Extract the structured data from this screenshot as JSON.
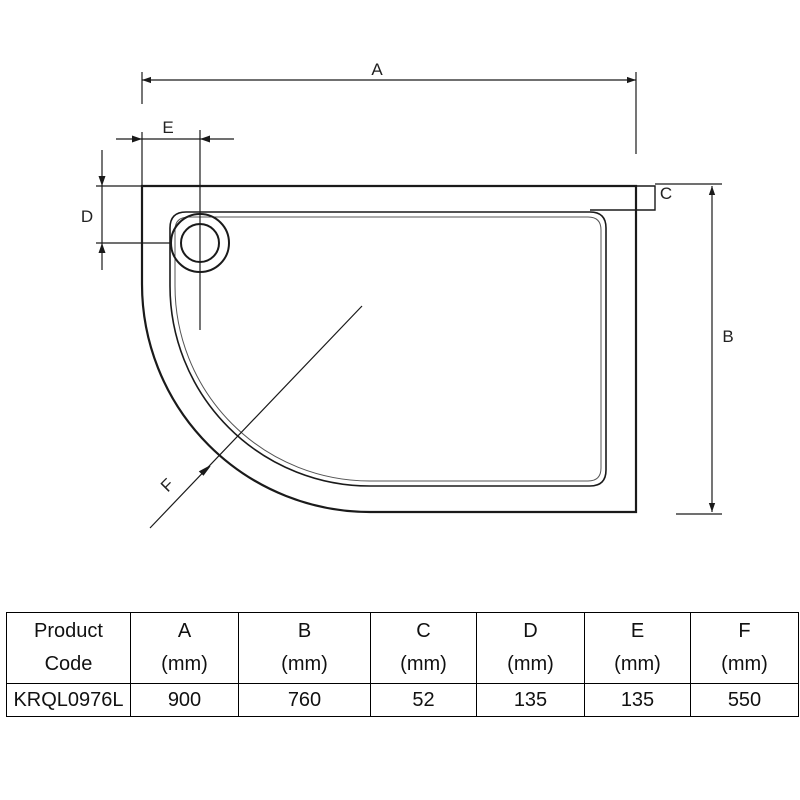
{
  "diagram": {
    "labels": {
      "A": "A",
      "B": "B",
      "C": "C",
      "D": "D",
      "E": "E",
      "F": "F"
    },
    "line_color": "#1a1a1a"
  },
  "table": {
    "headers": [
      {
        "line1": "Product",
        "line2": "Code"
      },
      {
        "line1": "A",
        "line2": "(mm)"
      },
      {
        "line1": "B",
        "line2": "(mm)"
      },
      {
        "line1": "C",
        "line2": "(mm)"
      },
      {
        "line1": "D",
        "line2": "(mm)"
      },
      {
        "line1": "E",
        "line2": "(mm)"
      },
      {
        "line1": "F",
        "line2": "(mm)"
      }
    ],
    "rows": [
      [
        "KRQL0976L",
        "900",
        "760",
        "52",
        "135",
        "135",
        "550"
      ]
    ]
  }
}
